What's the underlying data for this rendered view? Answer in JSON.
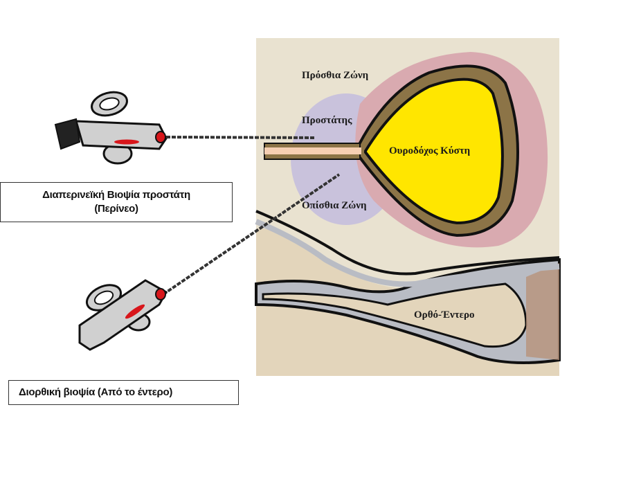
{
  "labels": {
    "anterior_zone": "Πρόσθια Ζώνη",
    "prostate": "Προστάτης",
    "bladder": "Ουροδόχος Κύστη",
    "posterior_zone": "Οπίσθια Ζώνη",
    "rectum": "Ορθό-Έντερο"
  },
  "boxes": {
    "transperineal_line1": "Διαπερινεϊκή Βιοψία προστάτη",
    "transperineal_line2": "(Περίνεο)",
    "transrectal": "Διορθική βιοψία (Από το έντερο)"
  },
  "colors": {
    "panel_background": "#e9e2d0",
    "prostate": "#c9c2dc",
    "bladder_halo": "#d9aab0",
    "bladder_wall": "#8c7447",
    "bladder_lumen": "#ffe600",
    "rectum_wall": "#b9bcc4",
    "rectum_lumen": "#e3d5bb",
    "biopsy_gun": "#d0d0d0",
    "trigger_red": "#d8161b"
  }
}
